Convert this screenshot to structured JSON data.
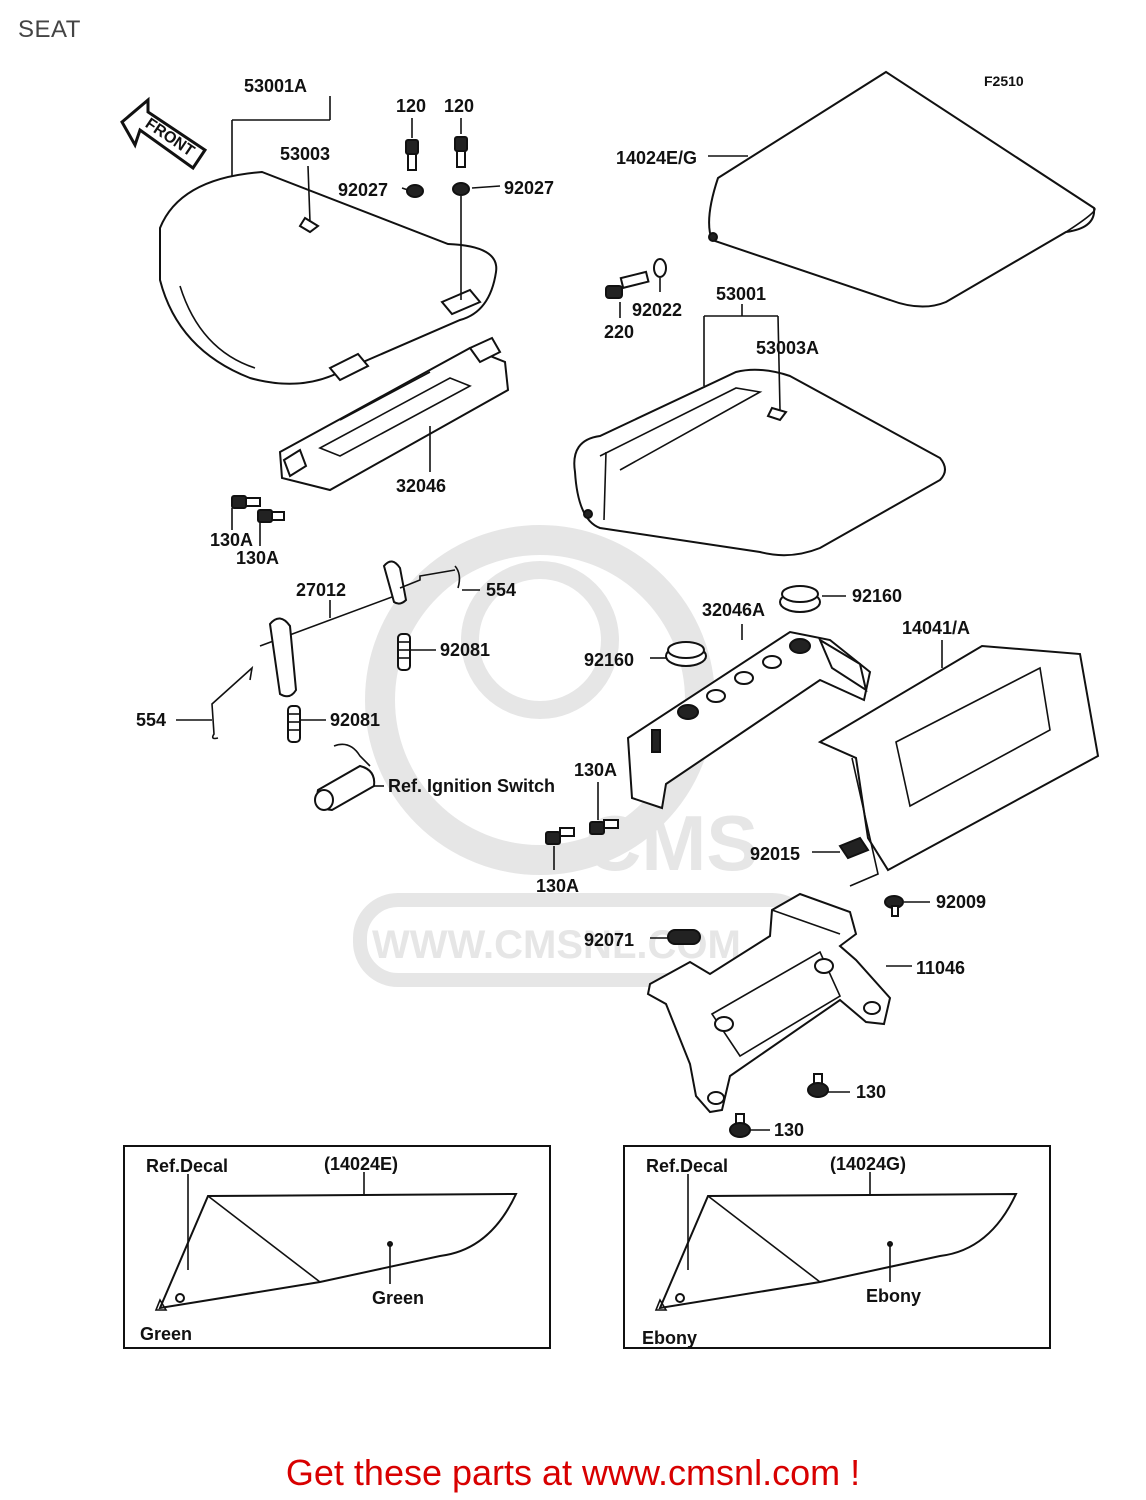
{
  "page": {
    "title": "SEAT",
    "diagram_code": "F2510"
  },
  "front_label": "FRONT",
  "callouts": {
    "c53001A": "53001A",
    "c53003": "53003",
    "c120a": "120",
    "c120b": "120",
    "c92027a": "92027",
    "c92027b": "92027",
    "c14024EG": "14024E/G",
    "c220": "220",
    "c92022": "92022",
    "c53001": "53001",
    "c53003A": "53003A",
    "c32046": "32046",
    "c130Aa": "130A",
    "c130Ab": "130A",
    "c27012": "27012",
    "c554a": "554",
    "c554b": "554",
    "c92081a": "92081",
    "c92081b": "92081",
    "cIgnition": "Ref. Ignition Switch",
    "c92160a": "92160",
    "c92160b": "92160",
    "c32046A": "32046A",
    "c14041A": "14041/A",
    "c130Ac": "130A",
    "c130Ad": "130A",
    "c92015": "92015",
    "c92009": "92009",
    "c92071": "92071",
    "c11046": "11046",
    "c130a": "130",
    "c130b": "130"
  },
  "insets": {
    "left": {
      "ref": "Ref.Decal",
      "part": "(14024E)",
      "color_main": "Green",
      "color_tip": "Green"
    },
    "right": {
      "ref": "Ref.Decal",
      "part": "(14024G)",
      "color_main": "Ebony",
      "color_tip": "Ebony"
    }
  },
  "watermark": {
    "brand": "CMS",
    "url": "WWW.CMSNL.COM"
  },
  "footer": {
    "cta": "Get these parts at www.cmsnl.com !"
  },
  "colors": {
    "cta": "#d80000",
    "watermark": "#e6e6e6",
    "ink": "#111111"
  }
}
